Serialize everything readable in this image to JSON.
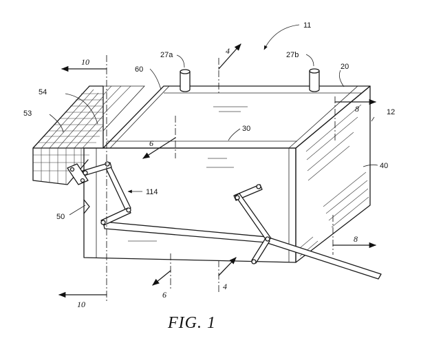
{
  "figure": {
    "caption": "FIG.  1",
    "reference_numerals": {
      "assembly": "11",
      "side_label": "12",
      "top_panel": "20",
      "post_a": "27a",
      "post_b": "27b",
      "edge": "30",
      "side_panel": "40",
      "front_panel": "50",
      "mesh_panel": "53",
      "frame": "54",
      "top_surface": "60",
      "linkage": "114"
    },
    "section_marks": {
      "s4_top": "4",
      "s4_bottom": "4",
      "s6_top": "6",
      "s6_bottom": "6",
      "s8_top": "8",
      "s8_bottom": "8",
      "s10_top": "10",
      "s10_bottom": "10"
    }
  }
}
